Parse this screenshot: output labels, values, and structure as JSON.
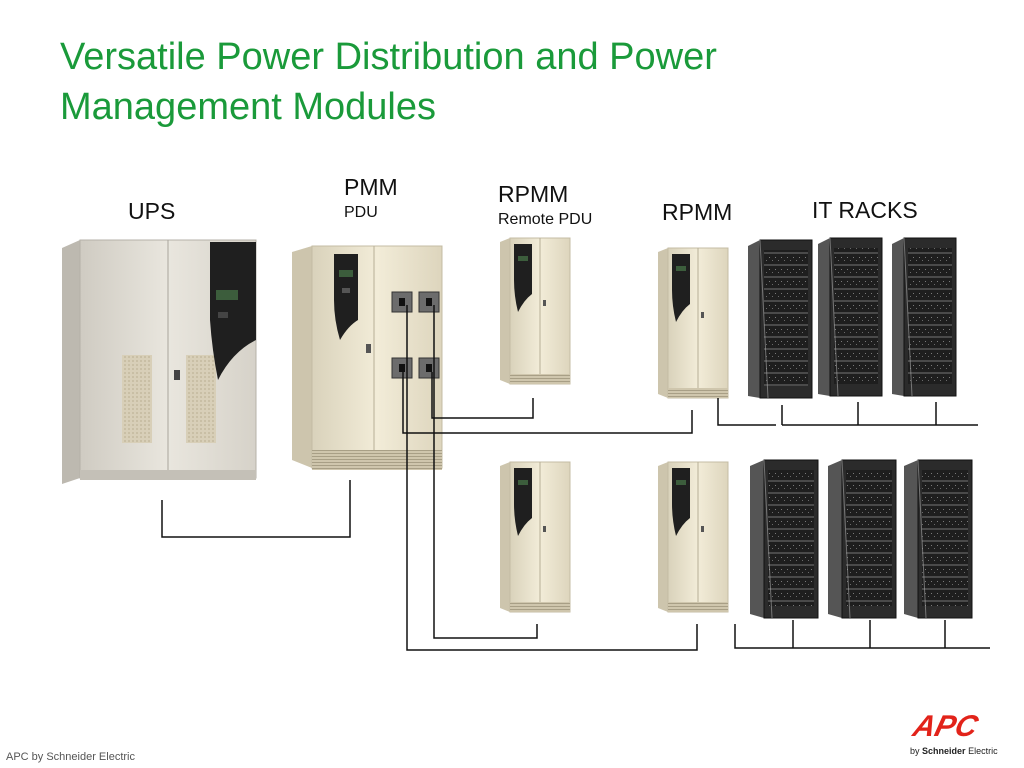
{
  "title": {
    "line1": "Versatile Power Distribution and Power",
    "line2": "Management Modules"
  },
  "labels": {
    "ups": "UPS",
    "pmm": "PMM",
    "pdu": "PDU",
    "rpmm_top": "RPMM",
    "remote_pdu": "Remote PDU",
    "rpmm": "RPMM",
    "it_racks": "IT RACKS"
  },
  "footer": "APC by Schneider Electric",
  "logo": {
    "brand": "APC",
    "by": "by",
    "company": "Schneider",
    "suffix": "Electric"
  },
  "colors": {
    "title_green": "#1a9a3a",
    "apc_red": "#e2231a",
    "cabinet_beige": "#ece4cc",
    "rack_dark": "#2b2b2b"
  }
}
